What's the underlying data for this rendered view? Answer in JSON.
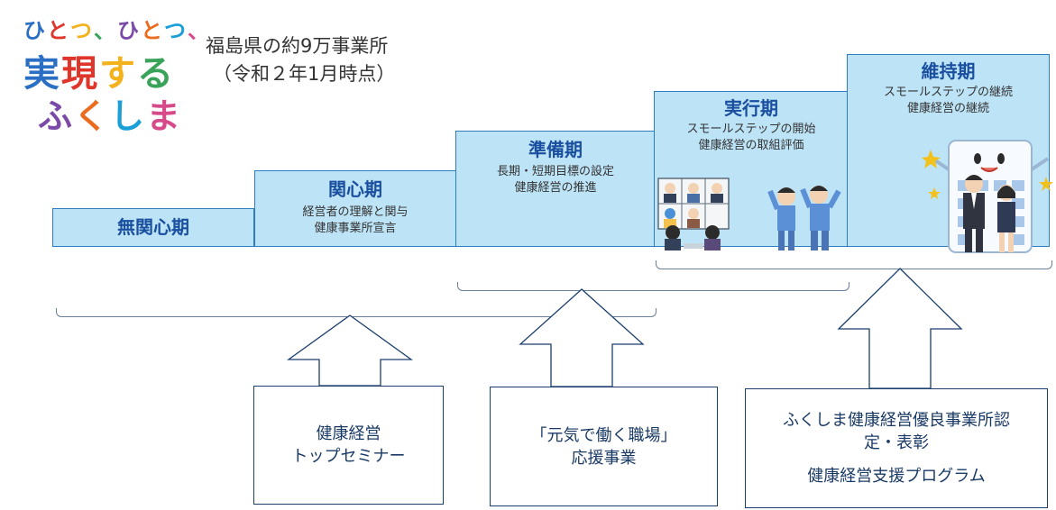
{
  "logo": {
    "rows": [
      [
        "ひ",
        "と",
        "つ",
        "、",
        "ひ",
        "と",
        "つ",
        "、"
      ],
      [
        "実",
        "現",
        "す",
        "る"
      ],
      [
        "ふ",
        "く",
        "し",
        "ま"
      ]
    ],
    "colors": [
      "#2a6fc4",
      "#e0352b",
      "#f3b21c",
      "#3aa35a",
      "#7b4aa8",
      "#ec6c1f",
      "#1a9fd8",
      "#d64a8a"
    ]
  },
  "region": {
    "line1": "福島県の約9万事業所",
    "line2": "（令和２年1月時点）"
  },
  "stages": [
    {
      "name": "無関心期",
      "desc1": "",
      "desc2": ""
    },
    {
      "name": "関心期",
      "desc1": "経営者の理解と関与",
      "desc2": "健康事業所宣言"
    },
    {
      "name": "準備期",
      "desc1": "長期・短期目標の設定",
      "desc2": "健康経営の推進"
    },
    {
      "name": "実行期",
      "desc1": "スモールステップの開始",
      "desc2": "健康経営の取組評価"
    },
    {
      "name": "維持期",
      "desc1": "スモールステップの継続",
      "desc2": "健康経営の継続"
    }
  ],
  "programs": [
    {
      "line1": "健康経営",
      "line2": "トップセミナー",
      "line3": "",
      "line4": ""
    },
    {
      "line1": "「元気で働く職場」",
      "line2": "応援事業",
      "line3": "",
      "line4": ""
    },
    {
      "line1": "ふくしま健康経営優良事業所認",
      "line2": "定・表彰",
      "line3": "",
      "line4": "健康経営支援プログラム"
    }
  ],
  "colors": {
    "stage_fill": "#bde3f6",
    "stage_border": "#2f7dbf",
    "stage_title": "#1a4fa0"
  }
}
